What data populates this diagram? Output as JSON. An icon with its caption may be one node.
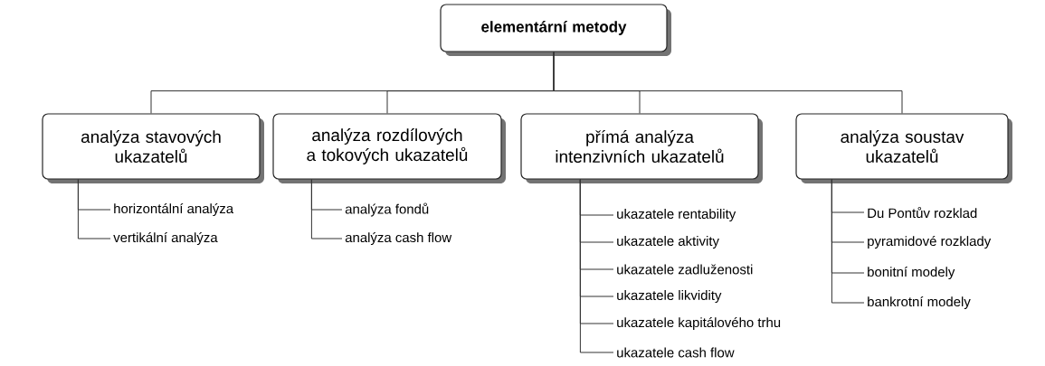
{
  "diagram": {
    "nodes": [
      {
        "text": [
          "elementární metody"
        ]
      },
      {
        "text": [
          "analýza stavových ukazatelů"
        ]
      },
      {
        "text": [
          "analýza rozdílových a tokových ukazatelů"
        ]
      },
      {
        "text": [
          "přímá analýza intenzivních ukazatelů"
        ]
      },
      {
        "text": [
          "analýza soustav ukazatelů"
        ]
      },
      {
        "text": [
          "horizontální analýza"
        ]
      },
      {
        "text": [
          "vertikální analýza"
        ]
      },
      {
        "text": [
          "analýza fondů"
        ]
      },
      {
        "text": [
          "analýza cash flow"
        ]
      },
      {
        "text": [
          "ukazatele rentability"
        ]
      },
      {
        "text": [
          "ukazatele aktivity"
        ]
      },
      {
        "text": [
          "ukazatele zadluženosti"
        ]
      },
      {
        "text": [
          "ukazatele likvidity"
        ]
      },
      {
        "text": [
          "ukazatele kapitálového trhu"
        ]
      },
      {
        "text": [
          "ukazatele cash flow"
        ]
      },
      {
        "text": [
          "Du Pontův rozklad"
        ]
      },
      {
        "text": [
          "pyramidové rozklady"
        ]
      },
      {
        "text": [
          "bonitní modely"
        ]
      },
      {
        "text": [
          "bankrotní modely"
        ]
      }
    ],
    "edges": [
      {
        "from": 0,
        "to": 1,
        "arrow": "none"
      },
      {
        "from": 0,
        "to": 2,
        "arrow": "none"
      },
      {
        "from": 0,
        "to": 3,
        "arrow": "none"
      },
      {
        "from": 0,
        "to": 4,
        "arrow": "none"
      },
      {
        "from": 1,
        "to": 5,
        "arrow": "none"
      },
      {
        "from": 1,
        "to": 6,
        "arrow": "none"
      },
      {
        "from": 2,
        "to": 7,
        "arrow": "none"
      },
      {
        "from": 2,
        "to": 8,
        "arrow": "none"
      },
      {
        "from": 3,
        "to": 9,
        "arrow": "none"
      },
      {
        "from": 3,
        "to": 10,
        "arrow": "none"
      },
      {
        "from": 3,
        "to": 11,
        "arrow": "none"
      },
      {
        "from": 3,
        "to": 12,
        "arrow": "none"
      },
      {
        "from": 3,
        "to": 13,
        "arrow": "none"
      },
      {
        "from": 3,
        "to": 14,
        "arrow": "none"
      },
      {
        "from": 4,
        "to": 15,
        "arrow": "none"
      },
      {
        "from": 4,
        "to": 16,
        "arrow": "none"
      },
      {
        "from": 4,
        "to": 17,
        "arrow": "none"
      },
      {
        "from": 4,
        "to": 18,
        "arrow": "none"
      }
    ]
  }
}
